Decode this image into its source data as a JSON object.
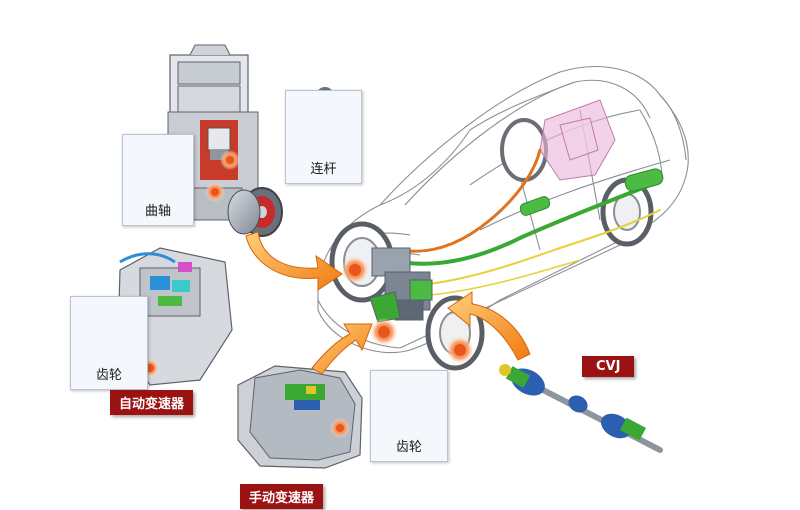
{
  "callouts": {
    "connecting_rod": "连杆",
    "crankshaft": "曲轴",
    "gear_auto": "齿轮",
    "gear_manual": "齿轮"
  },
  "tags": {
    "automatic_transmission": "自动变速器",
    "manual_transmission": "手动变速器",
    "cvj": "CVJ"
  },
  "colors": {
    "arrow": "#f08a1c",
    "tag_red": "#9a1212",
    "chassis_green": "#3aa832",
    "exhaust_orange": "#e0731e",
    "cvj_blue": "#2d5fb0",
    "highlight_orange": "#e8561c"
  }
}
